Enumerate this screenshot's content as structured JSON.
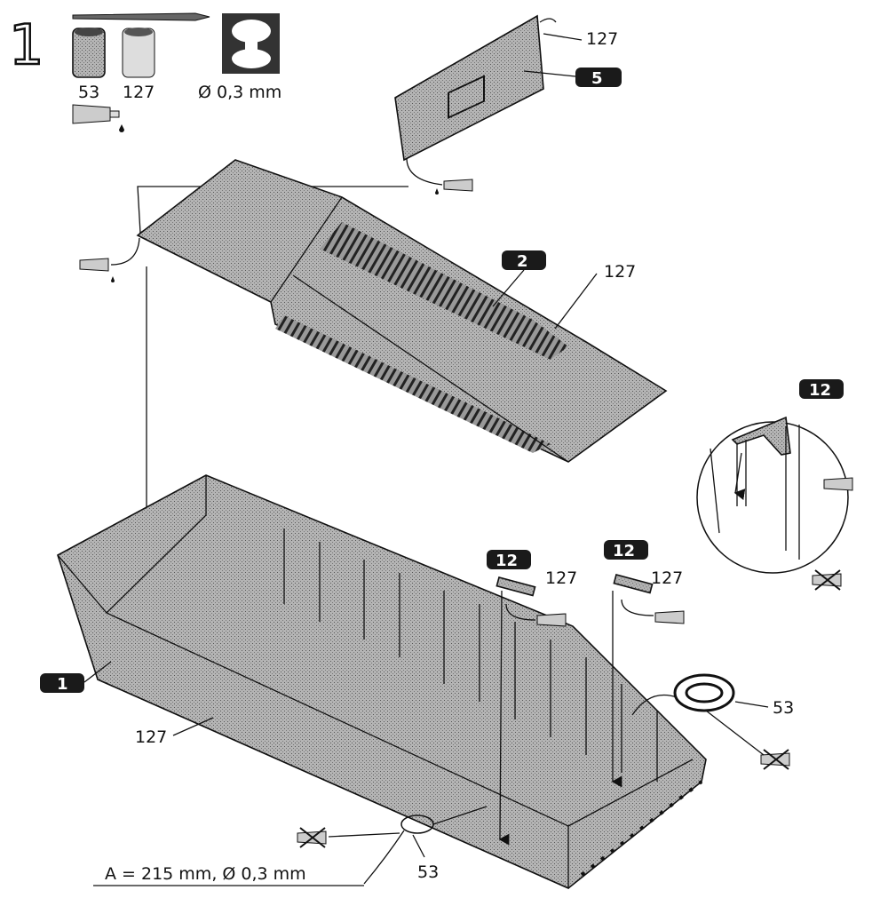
{
  "step_number": "1",
  "materials": {
    "paints": [
      "53",
      "127"
    ],
    "thread": "Ø 0,3 mm"
  },
  "callouts": {
    "panel_paint": "127",
    "panel_part": "5",
    "deck_part": "2",
    "deck_paint": "127",
    "detail_part": "12",
    "bracket_left_part": "12",
    "bracket_left_paint": "127",
    "bracket_right_part": "12",
    "bracket_right_paint": "127",
    "hull_part": "1",
    "hull_paint": "127",
    "coil_paint": "53",
    "rope_paint": "53",
    "rope_spec": "A = 215 mm, Ø 0,3 mm"
  },
  "colors": {
    "ink": "#111111",
    "tone": "#a9a9a9",
    "badge": "#1a1a1a"
  }
}
